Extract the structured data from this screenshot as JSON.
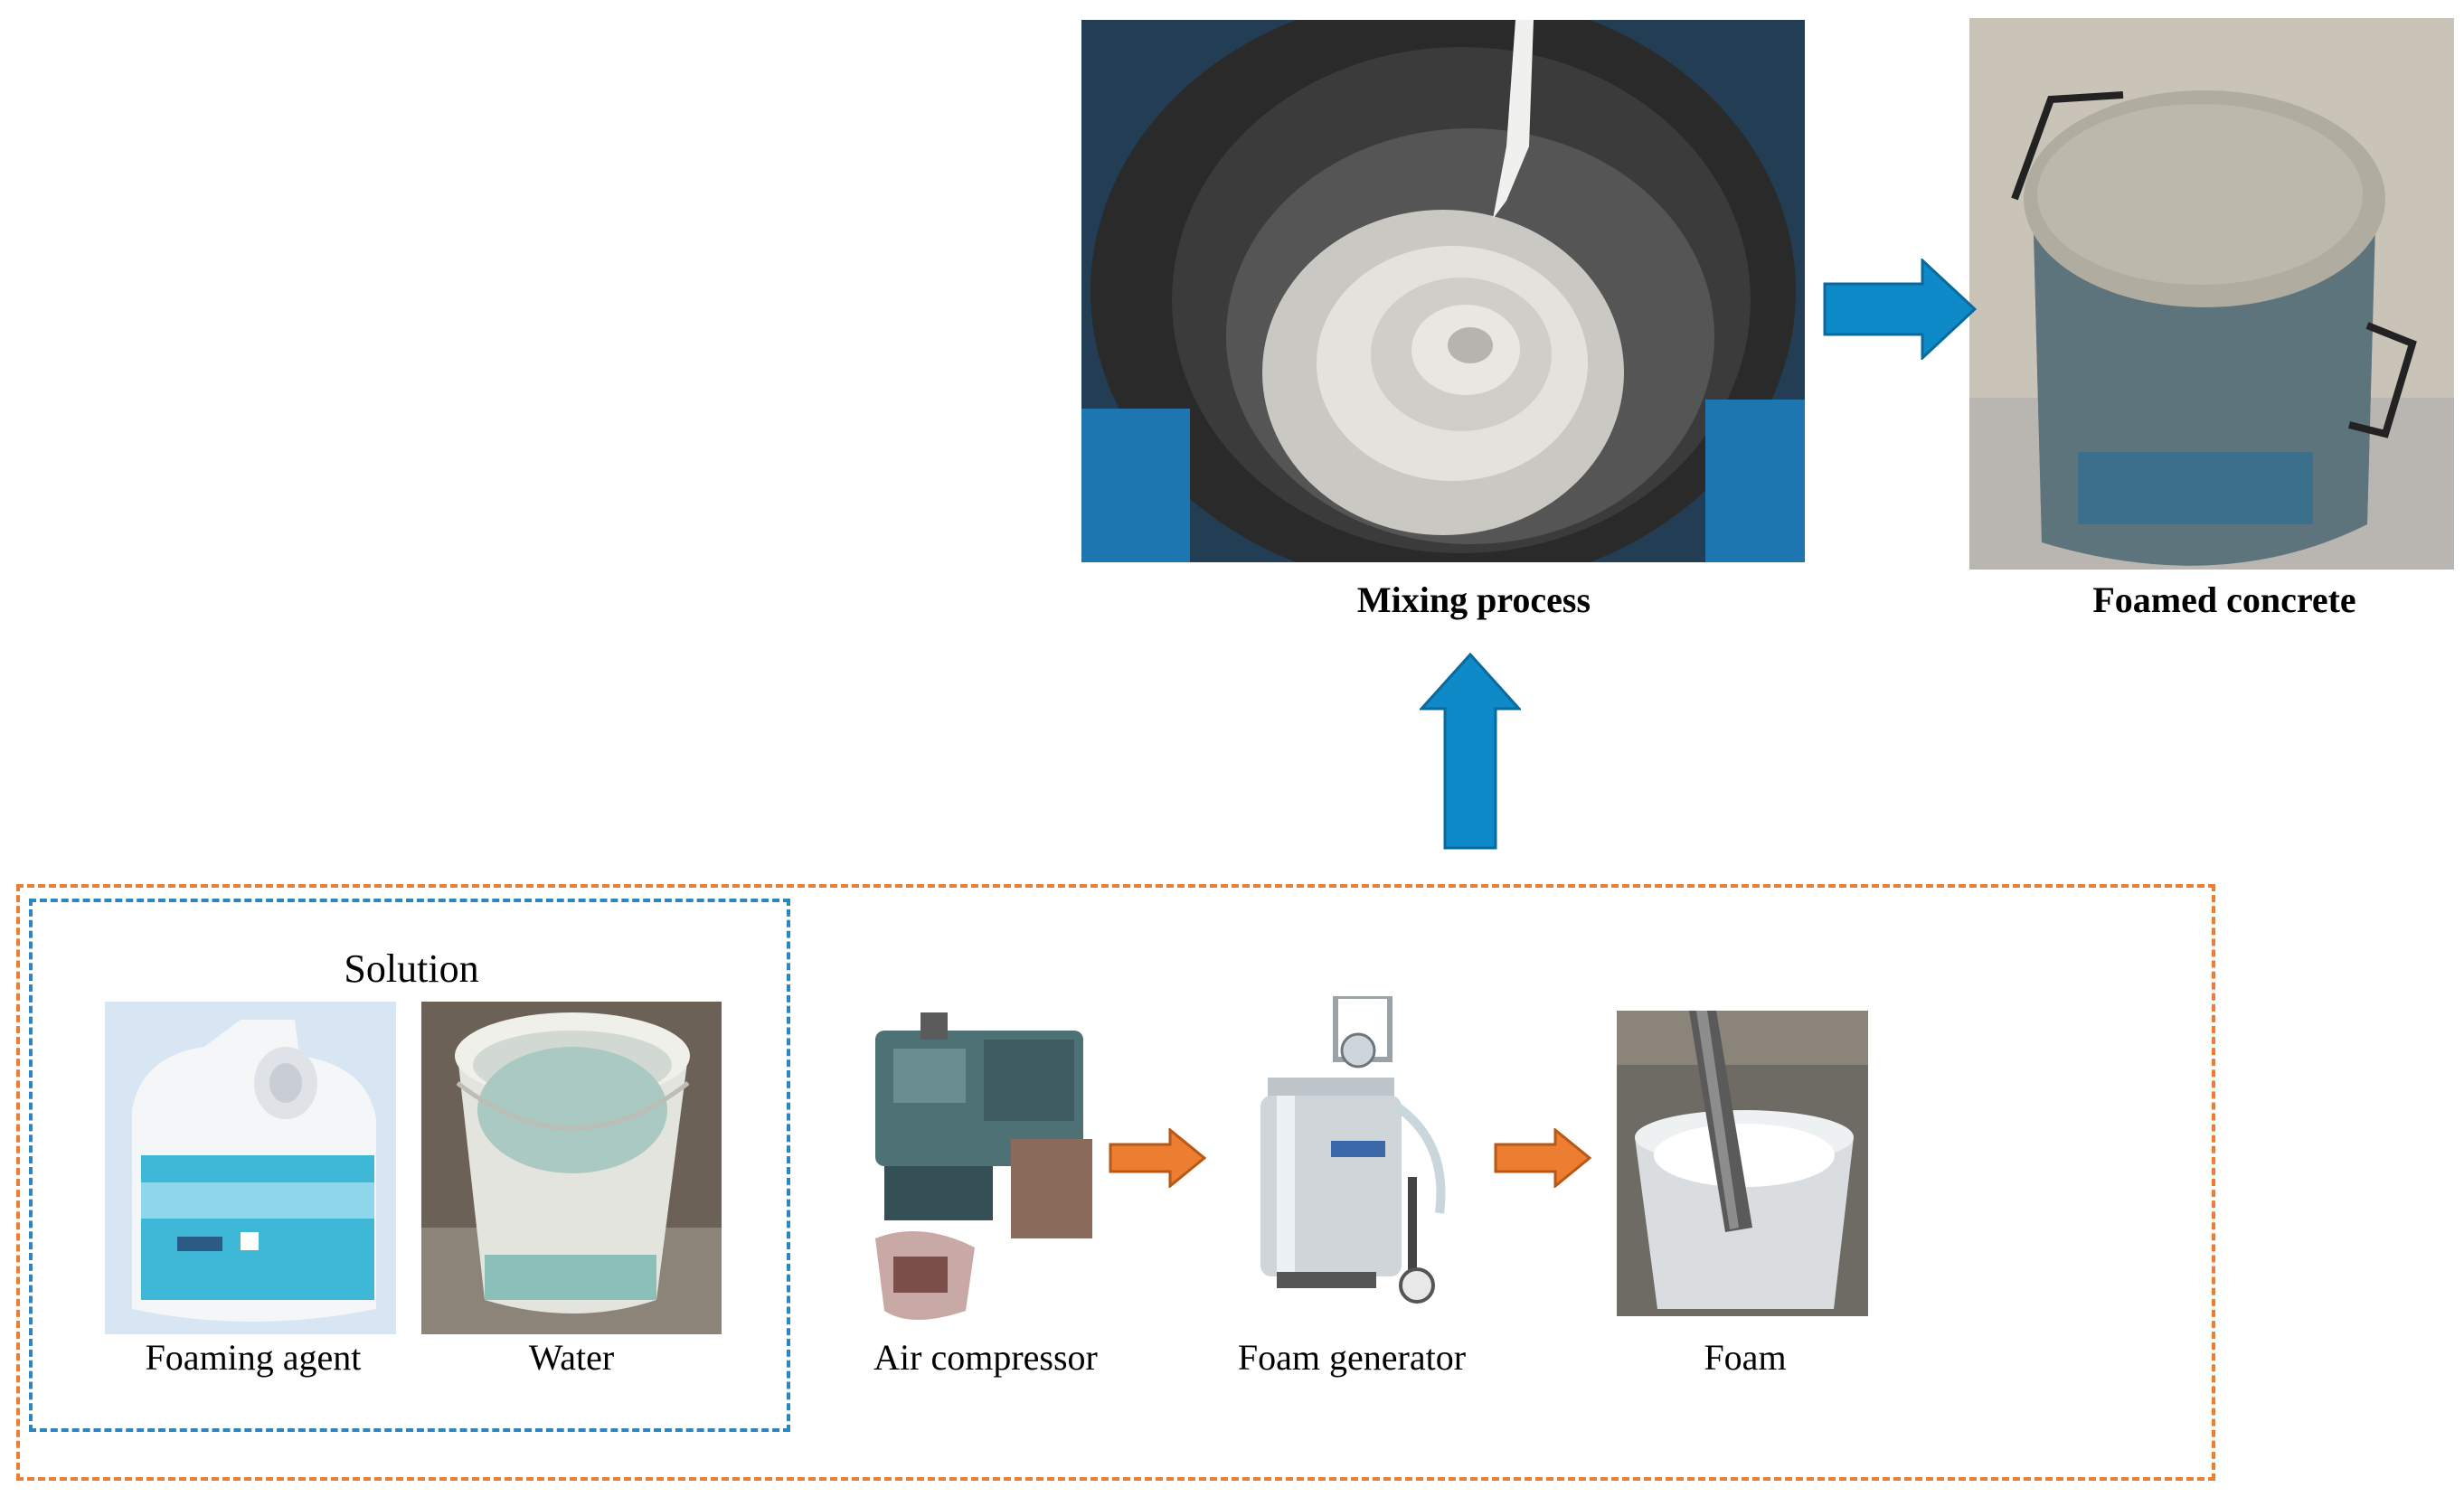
{
  "labels": {
    "mixing": "Mixing process",
    "foamed_concrete": "Foamed concrete",
    "solution": "Solution",
    "foaming_agent": "Foaming agent",
    "water": "Water",
    "air_compressor": "Air compressor",
    "foam_generator": "Foam generator",
    "foam": "Foam"
  },
  "colors": {
    "main_arrow": "#0e8ac8",
    "sub_arrow": "#ed7d31",
    "outer_frame": "#ed7d31",
    "solution_frame": "#2e86c1"
  }
}
